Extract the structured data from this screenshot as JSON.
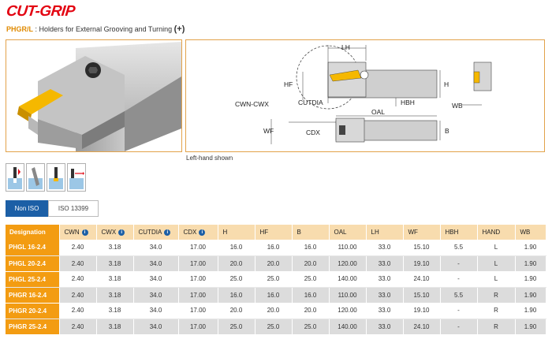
{
  "brand": {
    "logo": "CUT-GRIP"
  },
  "page": {
    "code": "PHGR/L",
    "separator": " : ",
    "title": "Holders for External Grooving and Turning",
    "plus": "(+)",
    "caption": "Left-hand shown"
  },
  "drawing_labels": {
    "lh": "LH",
    "hf": "HF",
    "h": "H",
    "cutdia": "CUTDIA",
    "hbh": "HBH",
    "cwn_cwx": "CWN-CWX",
    "wb": "WB",
    "oal": "OAL",
    "wf": "WF",
    "cdx": "CDX",
    "b": "B"
  },
  "iso": {
    "active": "Non ISO",
    "inactive": "ISO 13399"
  },
  "table": {
    "headers": [
      "Designation",
      "CWN",
      "CWX",
      "CUTDIA",
      "CDX",
      "H",
      "HF",
      "B",
      "OAL",
      "LH",
      "WF",
      "HBH",
      "HAND",
      "WB"
    ],
    "info_columns": [
      "CWN",
      "CWX",
      "CUTDIA",
      "CDX"
    ],
    "rows": [
      [
        "PHGL 16-2.4",
        "2.40",
        "3.18",
        "34.0",
        "17.00",
        "16.0",
        "16.0",
        "16.0",
        "110.00",
        "33.0",
        "15.10",
        "5.5",
        "L",
        "1.90"
      ],
      [
        "PHGL 20-2.4",
        "2.40",
        "3.18",
        "34.0",
        "17.00",
        "20.0",
        "20.0",
        "20.0",
        "120.00",
        "33.0",
        "19.10",
        "-",
        "L",
        "1.90"
      ],
      [
        "PHGL 25-2.4",
        "2.40",
        "3.18",
        "34.0",
        "17.00",
        "25.0",
        "25.0",
        "25.0",
        "140.00",
        "33.0",
        "24.10",
        "-",
        "L",
        "1.90"
      ],
      [
        "PHGR 16-2.4",
        "2.40",
        "3.18",
        "34.0",
        "17.00",
        "16.0",
        "16.0",
        "16.0",
        "110.00",
        "33.0",
        "15.10",
        "5.5",
        "R",
        "1.90"
      ],
      [
        "PHGR 20-2.4",
        "2.40",
        "3.18",
        "34.0",
        "17.00",
        "20.0",
        "20.0",
        "20.0",
        "120.00",
        "33.0",
        "19.10",
        "-",
        "R",
        "1.90"
      ],
      [
        "PHGR 25-2.4",
        "2.40",
        "3.18",
        "34.0",
        "17.00",
        "25.0",
        "25.0",
        "25.0",
        "140.00",
        "33.0",
        "24.10",
        "-",
        "R",
        "1.90"
      ]
    ]
  },
  "colors": {
    "brand_red": "#e30613",
    "accent_orange": "#f39c12",
    "header_peach": "#f8dcae",
    "iso_blue": "#1c5fa6",
    "insert_yellow": "#f5b800"
  },
  "icons": [
    "grooving-icon",
    "face-grooving-icon",
    "parting-icon",
    "turning-icon"
  ]
}
